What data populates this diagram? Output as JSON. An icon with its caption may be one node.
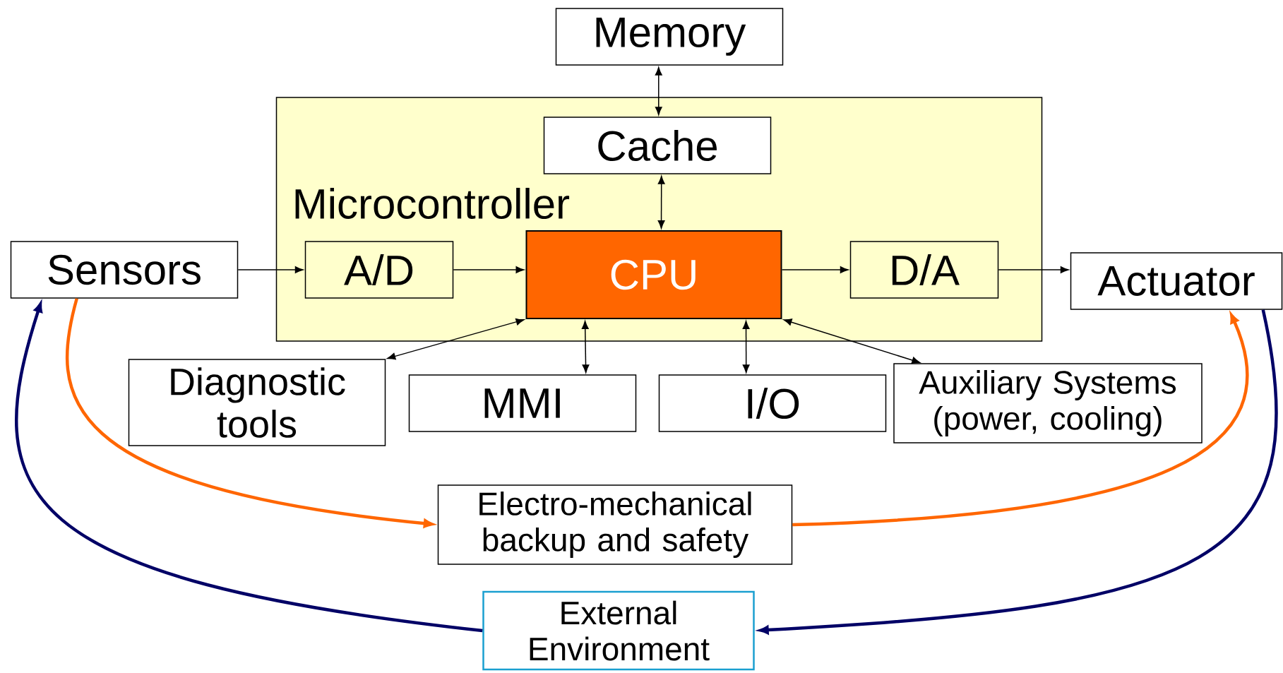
{
  "diagram": {
    "nodes": [
      {
        "text": [
          "Memory"
        ]
      },
      {
        "text": [
          "Microcontroller"
        ]
      },
      {
        "text": [
          "Cache"
        ],
        "in": 1
      },
      {
        "text": [
          "Sensors"
        ]
      },
      {
        "text": [
          "A/D"
        ],
        "in": 1
      },
      {
        "text": [
          "CPU"
        ],
        "in": 1
      },
      {
        "text": [
          "D/A"
        ],
        "in": 1
      },
      {
        "text": [
          "Actuator"
        ]
      },
      {
        "text": [
          "Diagnostic tools"
        ]
      },
      {
        "text": [
          "MMI"
        ]
      },
      {
        "text": [
          "I/O"
        ]
      },
      {
        "text": [
          "Auxiliary Systems (power, cooling)"
        ]
      },
      {
        "text": [
          "Electro-mechanical backup and safety"
        ]
      },
      {
        "text": [
          "External Environment"
        ]
      }
    ],
    "edges": [
      {
        "from": 0,
        "to": 2,
        "arrow": "both"
      },
      {
        "from": 2,
        "to": 5,
        "arrow": "both"
      },
      {
        "from": 3,
        "to": 4,
        "arrow": "to"
      },
      {
        "from": 4,
        "to": 5,
        "arrow": "to"
      },
      {
        "from": 5,
        "to": 6,
        "arrow": "to"
      },
      {
        "from": 6,
        "to": 7,
        "arrow": "to"
      },
      {
        "from": 5,
        "to": 8,
        "arrow": "both"
      },
      {
        "from": 5,
        "to": 9,
        "arrow": "both"
      },
      {
        "from": 5,
        "to": 10,
        "arrow": "both"
      },
      {
        "from": 5,
        "to": 11,
        "arrow": "both"
      },
      {
        "from": 3,
        "to": 12,
        "arrow": "to",
        "style": "thick",
        "color": "#ff6600"
      },
      {
        "from": 12,
        "to": 7,
        "arrow": "to",
        "style": "thick",
        "color": "#ff6600"
      },
      {
        "from": 13,
        "to": 3,
        "arrow": "to",
        "style": "thick",
        "color": "#000066"
      },
      {
        "from": 7,
        "to": 13,
        "arrow": "to",
        "style": "thick",
        "color": "#000066"
      }
    ]
  }
}
